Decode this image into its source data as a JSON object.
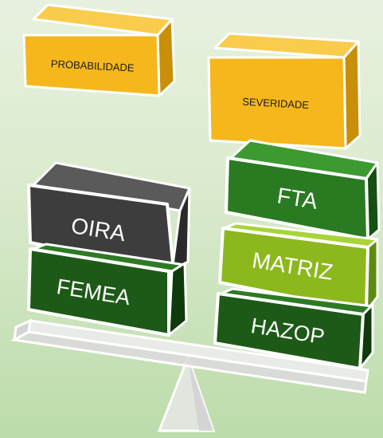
{
  "blocks": {
    "probabilidade": {
      "label": "PROBABILIDADE",
      "color": "#f5b71c"
    },
    "severidade": {
      "label": "SEVERIDADE",
      "color": "#f5b71c"
    },
    "oira": {
      "label": "OIRA",
      "color": "#3d3d3d"
    },
    "femea": {
      "label": "FEMEA",
      "color": "#1e5a17"
    },
    "fta": {
      "label": "FTA",
      "color": "#2a7a21"
    },
    "matriz": {
      "label": "MATRIZ",
      "color": "#8cb81e"
    },
    "hazop": {
      "label": "HAZOP",
      "color": "#1e5a17"
    }
  },
  "colors": {
    "background_top": "#e8f1df",
    "background_bottom": "#bcdcaa",
    "balance_fill": "#e2e2e2"
  }
}
